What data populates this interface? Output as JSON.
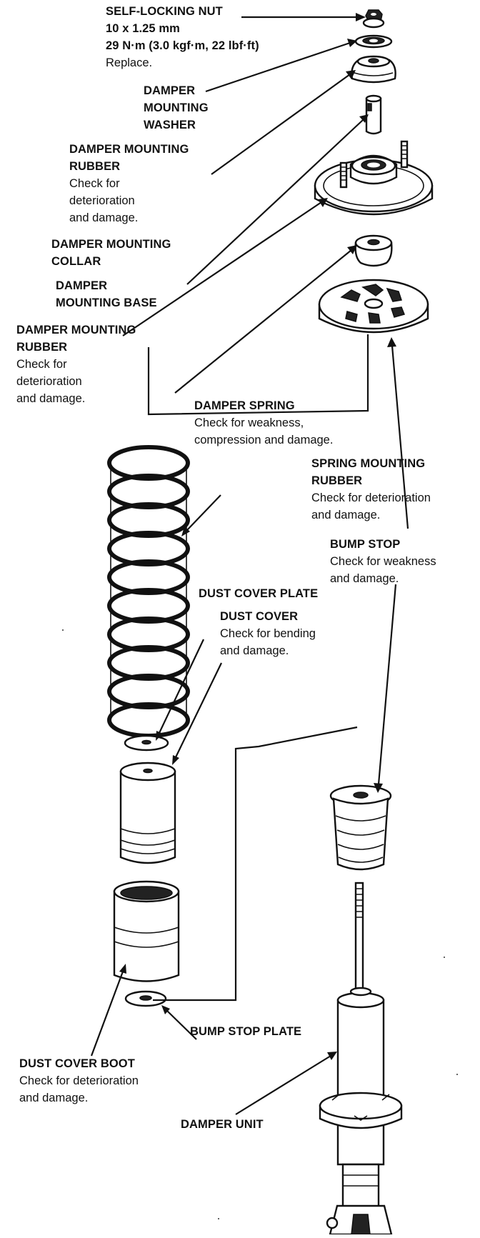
{
  "labels": {
    "self_locking_nut": {
      "title": [
        "SELF-LOCKING NUT"
      ],
      "notes": [
        "10 x 1.25 mm",
        "29 N·m (3.0 kgf·m, 22 lbf·ft)",
        "Replace."
      ]
    },
    "damper_mounting_washer": {
      "title": [
        "DAMPER",
        "MOUNTING",
        "WASHER"
      ],
      "notes": []
    },
    "damper_mounting_rubber_upper": {
      "title": [
        "DAMPER MOUNTING",
        "RUBBER"
      ],
      "notes": [
        "Check for",
        "deterioration",
        "and damage."
      ]
    },
    "damper_mounting_collar": {
      "title": [
        "DAMPER MOUNTING",
        "COLLAR"
      ],
      "notes": []
    },
    "damper_mounting_base": {
      "title": [
        "DAMPER",
        "MOUNTING BASE"
      ],
      "notes": []
    },
    "damper_mounting_rubber_lower": {
      "title": [
        "DAMPER MOUNTING",
        "RUBBER"
      ],
      "notes": [
        "Check for",
        "deterioration",
        "and damage."
      ]
    },
    "damper_spring": {
      "title": [
        "DAMPER SPRING"
      ],
      "notes": [
        "Check for weakness,",
        "compression and damage."
      ]
    },
    "spring_mounting_rubber": {
      "title": [
        "SPRING MOUNTING",
        "RUBBER"
      ],
      "notes": [
        "Check for deterioration",
        "and damage."
      ]
    },
    "bump_stop": {
      "title": [
        "BUMP STOP"
      ],
      "notes": [
        "Check for weakness",
        "and damage."
      ]
    },
    "dust_cover_plate": {
      "title": [
        "DUST COVER PLATE"
      ],
      "notes": []
    },
    "dust_cover": {
      "title": [
        "DUST COVER"
      ],
      "notes": [
        "Check for bending",
        "and damage."
      ]
    },
    "bump_stop_plate": {
      "title": [
        "BUMP STOP PLATE"
      ],
      "notes": []
    },
    "dust_cover_boot": {
      "title": [
        "DUST COVER BOOT"
      ],
      "notes": [
        "Check for deterioration",
        "and damage."
      ]
    },
    "damper_unit": {
      "title": [
        "DAMPER UNIT"
      ],
      "notes": []
    }
  }
}
